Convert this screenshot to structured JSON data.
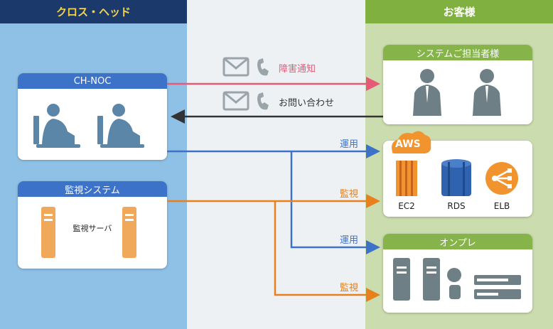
{
  "header": {
    "left_title": "クロス・ヘッド",
    "right_title": "お客様"
  },
  "left": {
    "ch_noc_title": "CH-NOC",
    "monitoring_title": "監視システム",
    "monitoring_server_label": "監視サーバ"
  },
  "right": {
    "contact_title": "システムご担当者様",
    "aws_logo": "AWS",
    "aws_services": {
      "ec2": "EC2",
      "rds": "RDS",
      "elb": "ELB"
    },
    "onprem_title": "オンプレ"
  },
  "flows": {
    "incident": "障害通知",
    "inquiry": "お問い合わせ",
    "ops_aws": "運用",
    "monitor_aws": "監視",
    "ops_onprem": "運用",
    "monitor_onprem": "監視"
  },
  "colors": {
    "incident": "#e65a78",
    "inquiry": "#333333",
    "ops": "#3c72c8",
    "monitor": "#e8801e",
    "aws_orange": "#f2942d",
    "rds_blue": "#2f63b0"
  }
}
